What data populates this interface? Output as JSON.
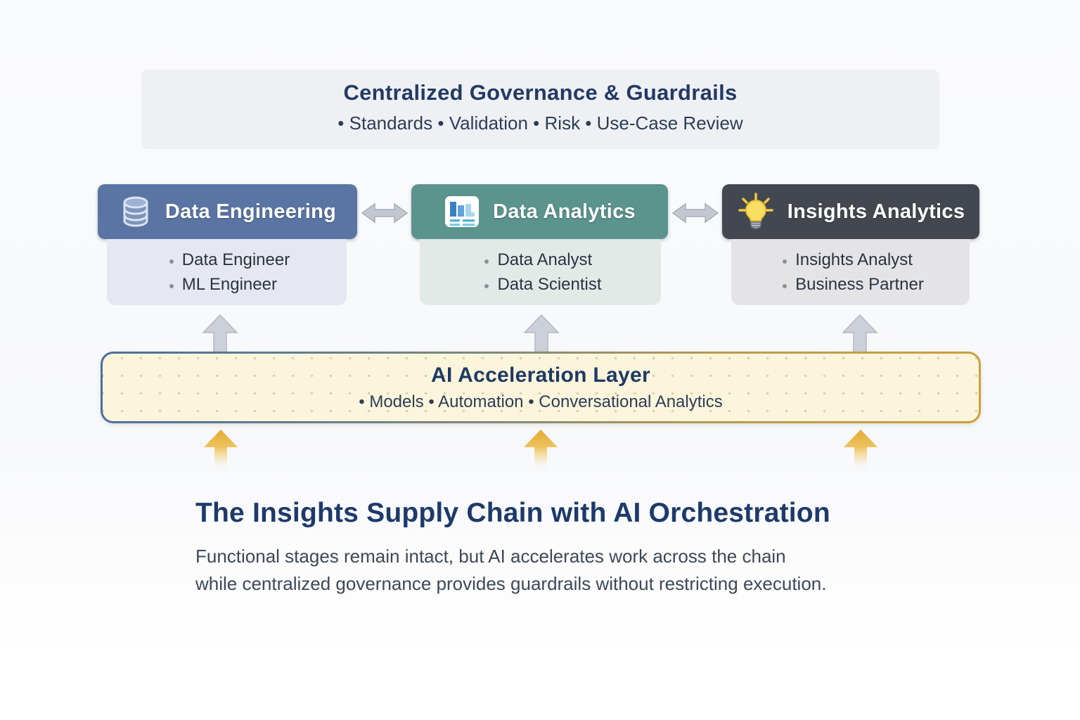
{
  "colors": {
    "accent_navy": "#1d3a6b",
    "governance_bg": "#eef0f4",
    "stage_data_engineering": "#5a75a3",
    "stage_data_analytics": "#5b938d",
    "stage_insights_analytics": "#43474f",
    "roles_data_engineering_bg": "#e6e8f1",
    "roles_data_analytics_bg": "#e2eae8",
    "roles_insights_analytics_bg": "#e4e4e7",
    "ai_layer_bg": "#fbf5dc",
    "ai_border_left": "#4a6f9e",
    "ai_border_right": "#cf9f3a",
    "arrow_gray": "#ccd0d8",
    "arrow_gold": "#e6b13c"
  },
  "governance": {
    "title": "Centralized Governance & Guardrails",
    "items": [
      "Standards",
      "Validation",
      "Risk",
      "Use-Case Review"
    ]
  },
  "stages": [
    {
      "title": "Data Engineering",
      "icon": "database-icon",
      "roles": [
        "Data Engineer",
        "ML Engineer"
      ]
    },
    {
      "title": "Data Analytics",
      "icon": "bar-chart-icon",
      "roles": [
        "Data Analyst",
        "Data Scientist"
      ]
    },
    {
      "title": "Insights Analytics",
      "icon": "lightbulb-icon",
      "roles": [
        "Insights Analyst",
        "Business Partner"
      ]
    }
  ],
  "ai_layer": {
    "title": "AI Acceleration Layer",
    "items": [
      "Models",
      "Automation",
      "Conversational Analytics"
    ]
  },
  "footer": {
    "title": "The Insights Supply Chain with AI Orchestration",
    "subtitle_lines": [
      "Functional stages remain intact, but AI accelerates work across the chain",
      "while centralized governance provides guardrails without restricting execution."
    ]
  }
}
